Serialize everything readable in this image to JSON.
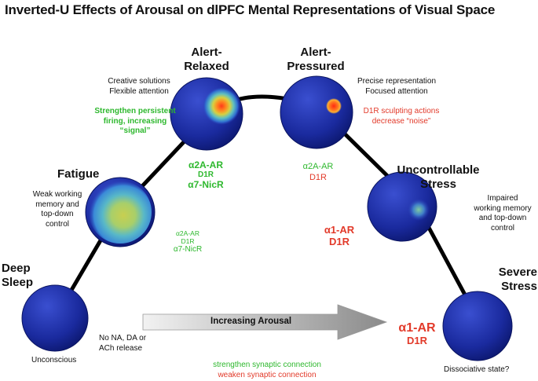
{
  "title": "Inverted-U Effects of Arousal on dlPFC Mental Representations of Visual Space",
  "stages": {
    "deep_sleep": {
      "label_1": "Deep",
      "label_2": "Sleep",
      "note": "Unconscious",
      "neuro_1": "No NA, DA or",
      "neuro_2": "ACh release"
    },
    "fatigue": {
      "label": "Fatigue",
      "desc_1": "Weak working",
      "desc_2": "memory and",
      "desc_3": "top-down",
      "desc_4": "control",
      "receptors": [
        "α2A-AR",
        "D1R",
        "α7-NicR"
      ]
    },
    "alert_relaxed": {
      "label_1": "Alert-",
      "label_2": "Relaxed",
      "desc_1": "Creative solutions",
      "desc_2": "Flexible attention",
      "effect_1": "Strengthen persistent",
      "effect_2": "firing, increasing “signal”",
      "receptors": [
        "α2A-AR",
        "D1R",
        "α7-NicR"
      ]
    },
    "alert_pressured": {
      "label_1": "Alert-",
      "label_2": "Pressured",
      "desc_1": "Precise representation",
      "desc_2": "Focused attention",
      "effect_1": "D1R sculpting actions",
      "effect_2": "decrease “noise”",
      "receptors_green": "α2A-AR",
      "receptors_red": "D1R"
    },
    "uncontrollable_stress": {
      "label_1": "Uncontrollable",
      "label_2": "Stress",
      "desc_1": "Impaired",
      "desc_2": "working memory",
      "desc_3": "and top-down",
      "desc_4": "control",
      "receptors": [
        "α1-AR",
        "D1R"
      ]
    },
    "severe_stress": {
      "label_1": "Severe",
      "label_2": "Stress",
      "note": "Dissociative state?",
      "receptors": [
        "α1-AR",
        "D1R"
      ]
    }
  },
  "arrow_label": "Increasing Arousal",
  "legend": {
    "green": "strengthen synaptic connection",
    "red": "weaken synaptic connection"
  },
  "colors": {
    "sphere": "#1f2fa8",
    "green": "#2eb82e",
    "red": "#e23a2a"
  }
}
